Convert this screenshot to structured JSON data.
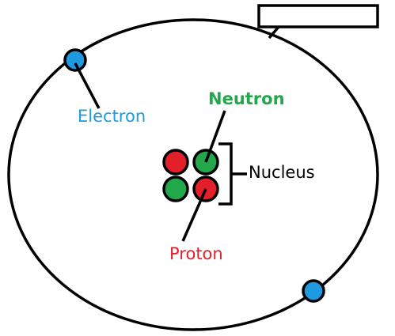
{
  "labels": {
    "electron": "Electron",
    "neutron": "Neutron",
    "nucleus": "Nucleus",
    "proton": "Proton",
    "callout_box": ""
  },
  "colors": {
    "electron": "#1e9be0",
    "neutron": "#22a84a",
    "proton": "#e3202a",
    "outline": "#000000",
    "background": "#ffffff"
  },
  "counts": {
    "electrons": 2,
    "protons": 2,
    "neutrons": 2
  }
}
